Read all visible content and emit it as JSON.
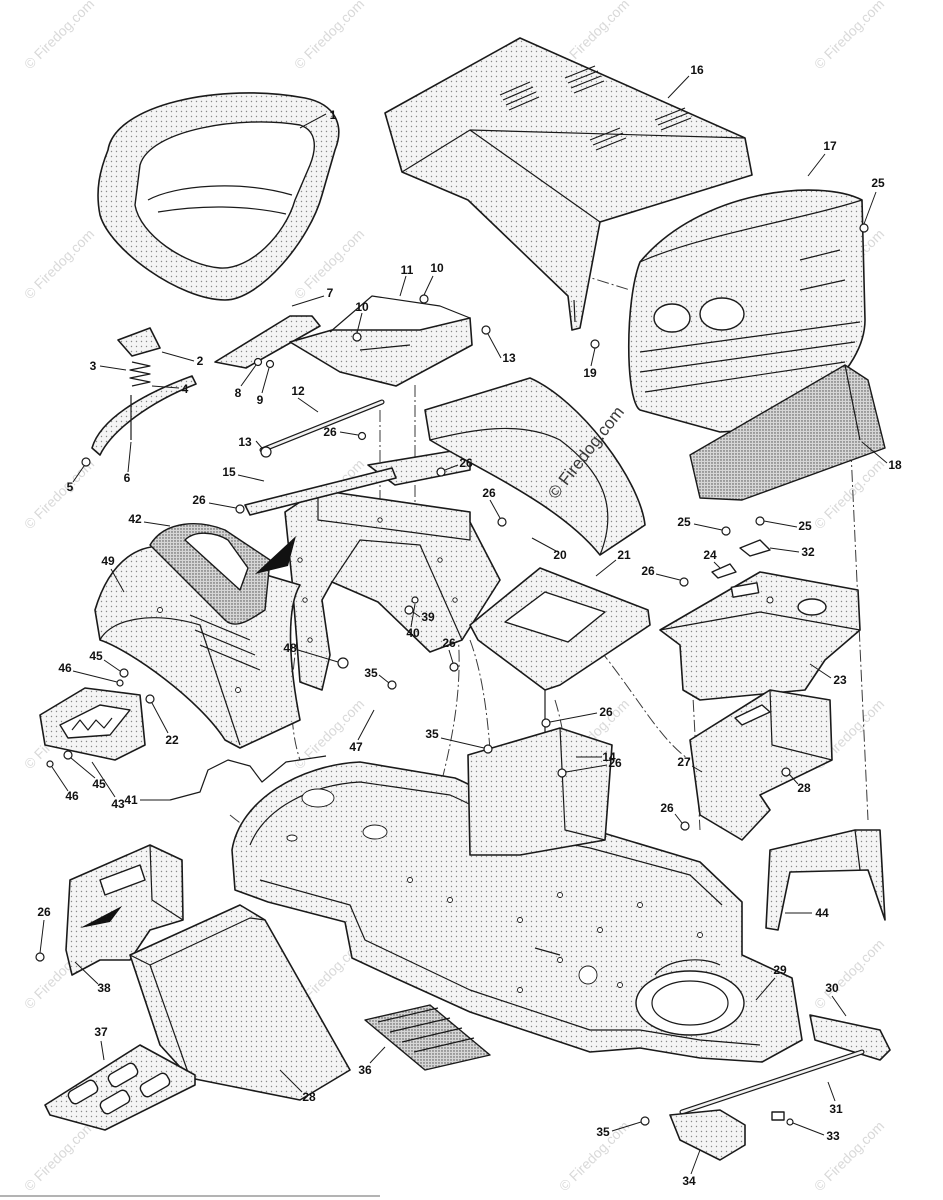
{
  "watermark": "© Firedog.com",
  "center_watermark": "© Firedog.com",
  "callouts": [
    "1",
    "16",
    "17",
    "25",
    "11",
    "10",
    "7",
    "10",
    "2",
    "3",
    "13",
    "19",
    "8",
    "9",
    "12",
    "4",
    "18",
    "13",
    "26",
    "5",
    "6",
    "15",
    "26",
    "26",
    "26",
    "42",
    "20",
    "25",
    "25",
    "21",
    "24",
    "32",
    "49",
    "26",
    "39",
    "40",
    "26",
    "48",
    "23",
    "45",
    "46",
    "35",
    "22",
    "26",
    "35",
    "14",
    "27",
    "47",
    "43",
    "45",
    "46",
    "26",
    "28",
    "41",
    "26",
    "26",
    "44",
    "38",
    "29",
    "30",
    "37",
    "36",
    "28",
    "31",
    "35",
    "33",
    "34"
  ],
  "colors": {
    "line": "#1a1a1a",
    "fill": "#f5f5f5",
    "stipple": "#7d7d7d",
    "watermark": "#d9d9d9"
  }
}
